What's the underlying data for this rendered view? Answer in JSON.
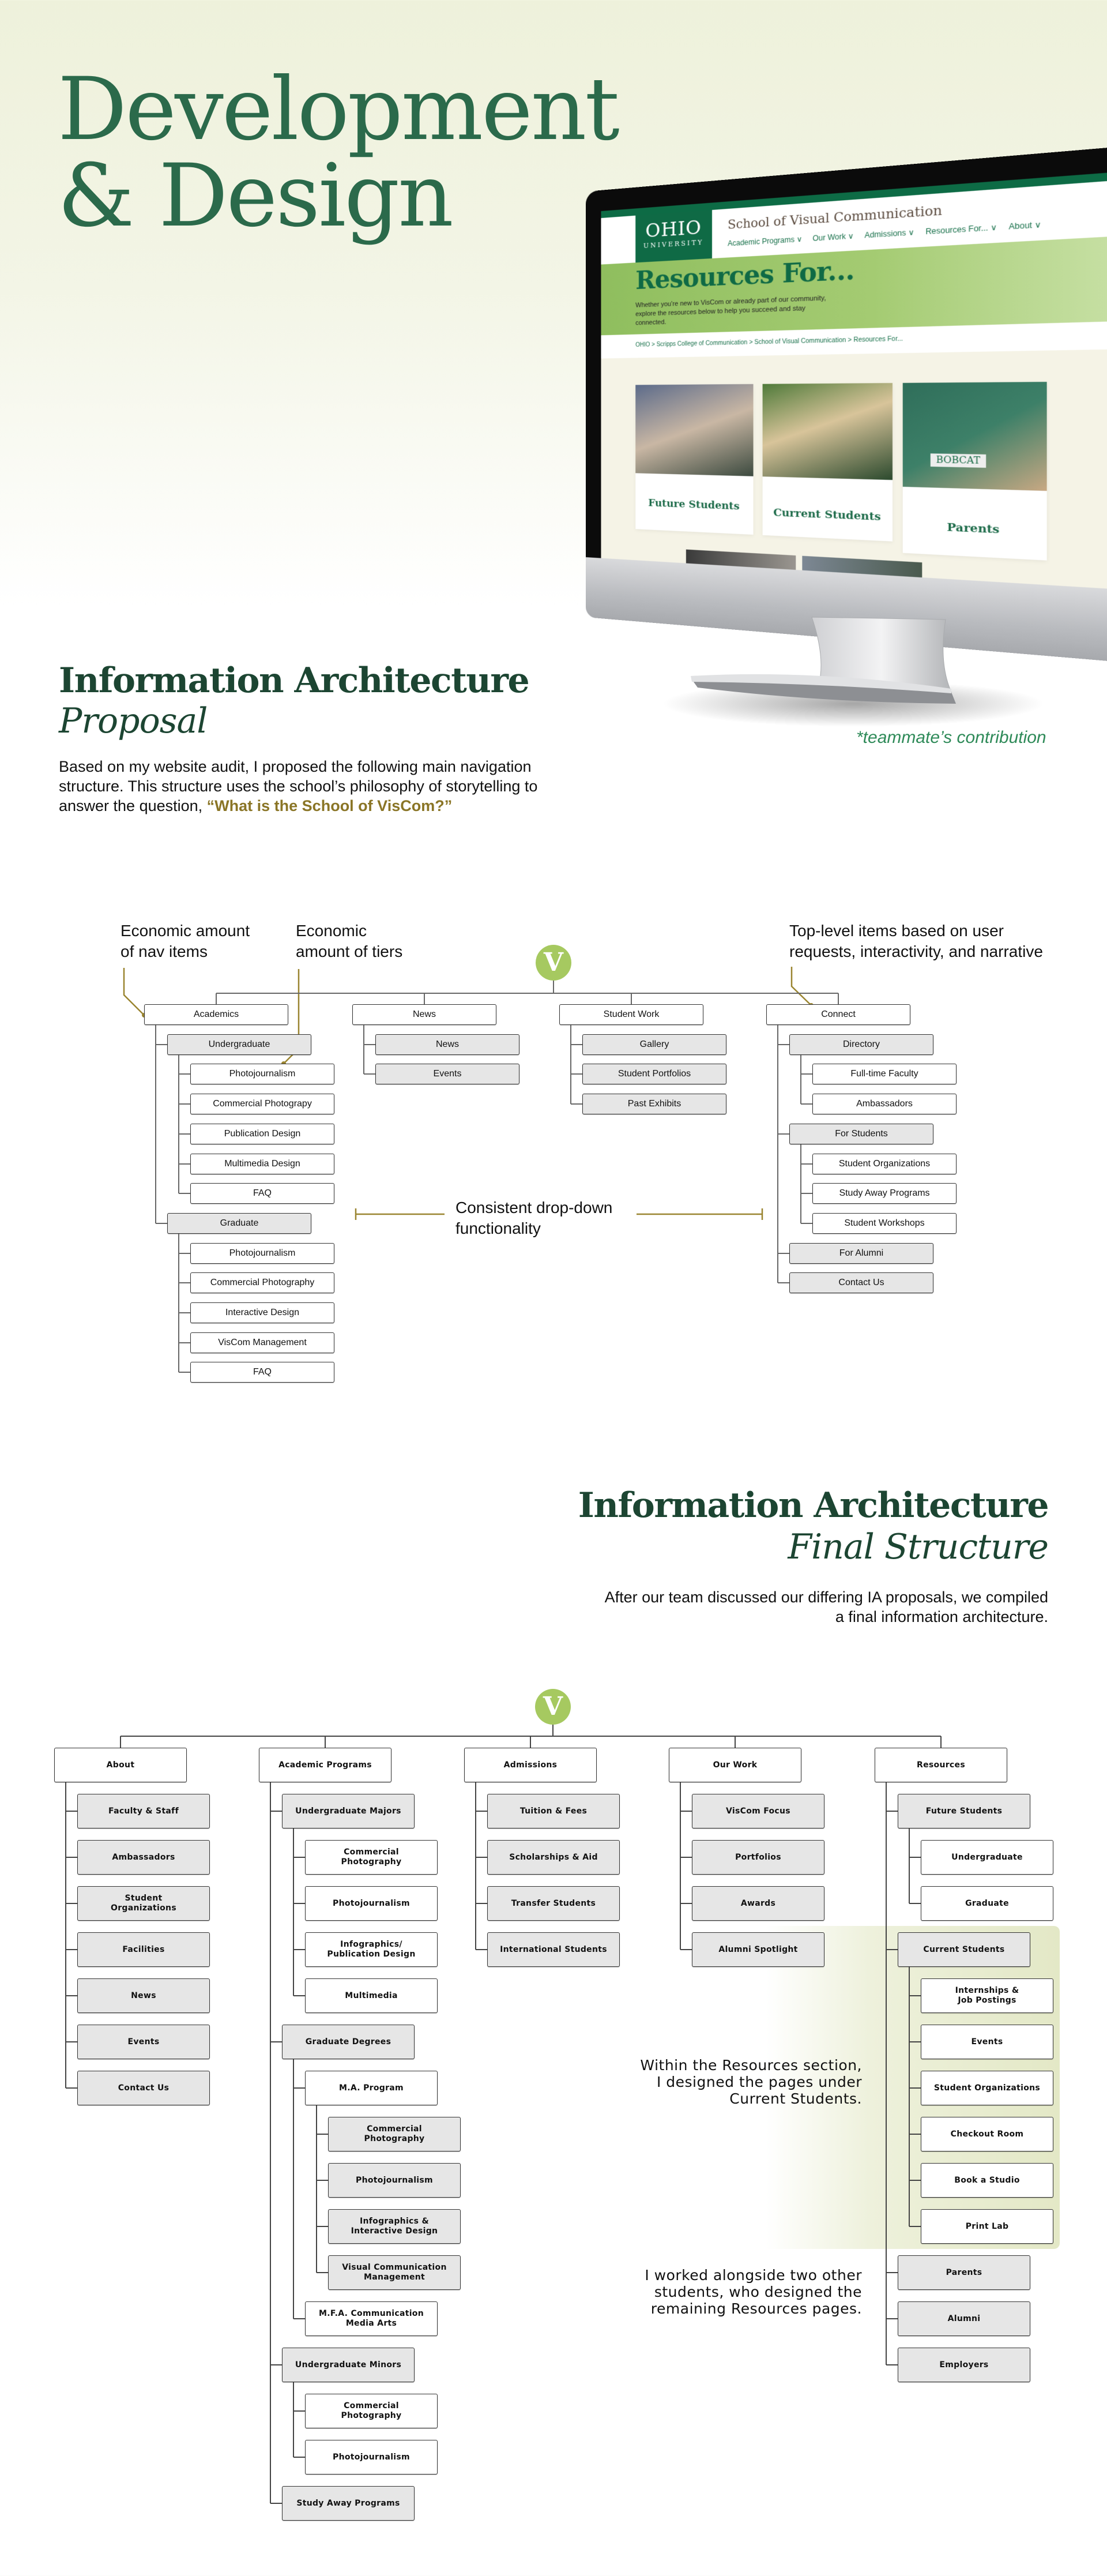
{
  "hero": {
    "title_line1": "Development",
    "title_line2": "& Design",
    "teammate_note": "*teammate’s contribution"
  },
  "mockup": {
    "logo_line1": "OHIO",
    "logo_line2": "UNIVERSITY",
    "site_title": "School of Visual Communication",
    "nav": [
      "Academic Programs ∨",
      "Our Work ∨",
      "Admissions ∨",
      "Resources For... ∨",
      "About ∨"
    ],
    "hero_title": "Resources For...",
    "hero_text": "Whether you’re new to VisCom or already part of our community, explore the resources below to help you succeed and stay connected.",
    "breadcrumb": "OHIO > Scripps College of Communication > School of Visual Communication > Resources For...",
    "cards": [
      "Future Students",
      "Current Students",
      "Parents"
    ],
    "photo_sign": "BOBCAT",
    "colors": {
      "brand_green": "#0f6a45",
      "hero_green": "#a4cb72"
    }
  },
  "proposal": {
    "heading": "Information Architecture",
    "subheading": "Proposal",
    "body": "Based on my website audit, I proposed the following main navigation structure. This structure uses the school’s philosophy of storytelling to answer the question, ",
    "body_highlight": "“What is the School of VisCom?”",
    "annotations": {
      "nav_items": [
        "Economic amount",
        "of nav items"
      ],
      "tiers": [
        "Economic",
        "amount of tiers"
      ],
      "top_level": [
        "Top-level items based on user",
        "requests, interactivity, and narrative"
      ],
      "dropdown": [
        "Consistent drop-down",
        "functionality"
      ]
    },
    "logo_letter": "V",
    "tree": [
      {
        "label": "Academics",
        "children": [
          {
            "label": "Undergraduate",
            "children": [
              {
                "label": "Photojournalism"
              },
              {
                "label": "Commercial Photograpy"
              },
              {
                "label": "Publication Design"
              },
              {
                "label": "Multimedia Design"
              },
              {
                "label": "FAQ"
              }
            ]
          },
          {
            "label": "Graduate",
            "children": [
              {
                "label": "Photojournalism"
              },
              {
                "label": "Commercial Photography"
              },
              {
                "label": "Interactive Design"
              },
              {
                "label": "VisCom Management"
              },
              {
                "label": "FAQ"
              }
            ]
          }
        ]
      },
      {
        "label": "News",
        "children": [
          {
            "label": "News"
          },
          {
            "label": "Events"
          }
        ]
      },
      {
        "label": "Student Work",
        "children": [
          {
            "label": "Gallery"
          },
          {
            "label": "Student Portfolios"
          },
          {
            "label": "Past Exhibits"
          }
        ]
      },
      {
        "label": "Connect",
        "children": [
          {
            "label": "Directory",
            "children": [
              {
                "label": "Full-time Faculty"
              },
              {
                "label": "Ambassadors"
              }
            ]
          },
          {
            "label": "For Students",
            "children": [
              {
                "label": "Student Organizations"
              },
              {
                "label": "Study Away Programs"
              },
              {
                "label": "Student Workshops"
              }
            ]
          },
          {
            "label": "For Alumni"
          },
          {
            "label": "Contact Us"
          }
        ]
      }
    ]
  },
  "final": {
    "heading": "Information Architecture",
    "subheading": "Final Structure",
    "body_line1": "After our team discussed our differing IA proposals, we compiled",
    "body_line2": "a final information architecture.",
    "logo_letter": "V",
    "note_resources": [
      "Within the Resources section,",
      "I designed the pages under",
      "Current Students."
    ],
    "note_team": [
      "I worked alongside two other",
      "students, who designed the",
      "remaining Resources pages."
    ],
    "highlight_color": "#e3e8c6",
    "tree": [
      {
        "label": "About",
        "children": [
          {
            "label": "Faculty & Staff"
          },
          {
            "label": "Ambassadors"
          },
          {
            "label": "Student\nOrganizations"
          },
          {
            "label": "Facilities"
          },
          {
            "label": "News"
          },
          {
            "label": "Events"
          },
          {
            "label": "Contact Us"
          }
        ]
      },
      {
        "label": "Academic Programs",
        "children": [
          {
            "label": "Undergraduate Majors",
            "children": [
              {
                "label": "Commercial\nPhotography"
              },
              {
                "label": "Photojournalism"
              },
              {
                "label": "Infographics/\nPublication Design"
              },
              {
                "label": "Multimedia"
              }
            ]
          },
          {
            "label": "Graduate Degrees",
            "children": [
              {
                "label": "M.A. Program",
                "children": [
                  {
                    "label": "Commercial\nPhotography"
                  },
                  {
                    "label": "Photojournalism"
                  },
                  {
                    "label": "Infographics &\nInteractive Design"
                  },
                  {
                    "label": "Visual Communication\nManagement"
                  }
                ]
              },
              {
                "label": "M.F.A. Communication\nMedia Arts"
              }
            ]
          },
          {
            "label": "Undergraduate Minors",
            "children": [
              {
                "label": "Commercial\nPhotography"
              },
              {
                "label": "Photojournalism"
              }
            ]
          },
          {
            "label": "Study Away Programs"
          }
        ]
      },
      {
        "label": "Admissions",
        "children": [
          {
            "label": "Tuition & Fees"
          },
          {
            "label": "Scholarships & Aid"
          },
          {
            "label": "Transfer Students"
          },
          {
            "label": "International Students"
          }
        ]
      },
      {
        "label": "Our Work",
        "children": [
          {
            "label": "VisCom Focus"
          },
          {
            "label": "Portfolios"
          },
          {
            "label": "Awards"
          },
          {
            "label": "Alumni Spotlight"
          }
        ]
      },
      {
        "label": "Resources",
        "children": [
          {
            "label": "Future Students",
            "children": [
              {
                "label": "Undergraduate"
              },
              {
                "label": "Graduate"
              }
            ]
          },
          {
            "label": "Current Students",
            "children": [
              {
                "label": "Internships &\nJob Postings"
              },
              {
                "label": "Events"
              },
              {
                "label": "Student Organizations"
              },
              {
                "label": "Checkout Room"
              },
              {
                "label": "Book a Studio"
              },
              {
                "label": "Print Lab"
              }
            ]
          },
          {
            "label": "Parents"
          },
          {
            "label": "Alumni"
          },
          {
            "label": "Employers"
          }
        ]
      }
    ]
  }
}
